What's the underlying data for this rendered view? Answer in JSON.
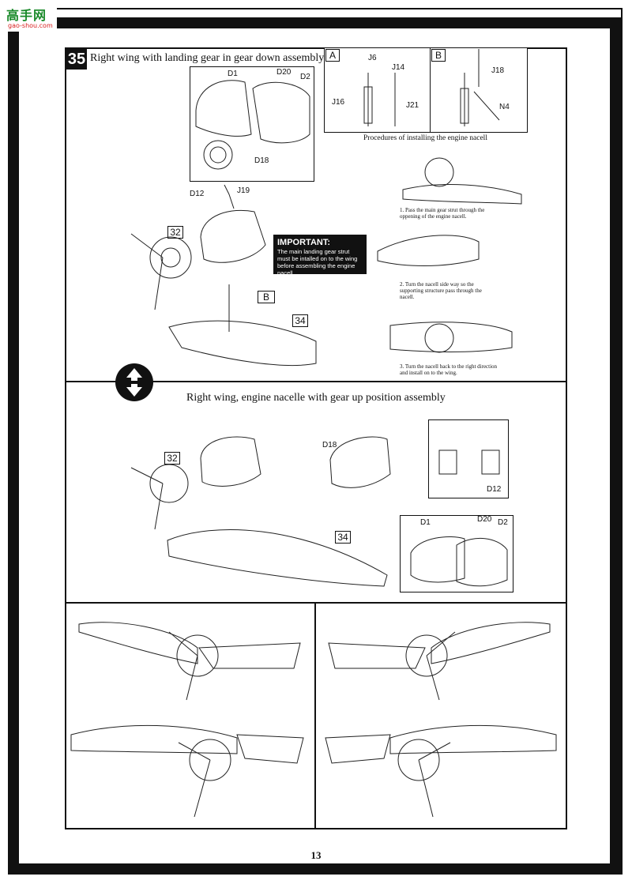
{
  "watermark": {
    "text": "高手网",
    "subtext": "gao-shou.com"
  },
  "step": {
    "number": "35",
    "title": "Right wing with landing gear in gear down assembly"
  },
  "important": {
    "title": "IMPORTANT:",
    "body": "The main landing gear strut must be intalled on to the wing before assembling the engine nacell."
  },
  "inset_a": {
    "label": "A",
    "parts": [
      "J6",
      "J14",
      "J16",
      "J21"
    ]
  },
  "inset_b": {
    "label": "B",
    "parts": [
      "J18",
      "N4"
    ]
  },
  "procedure": {
    "title": "Procedures of installing the engine nacell",
    "steps": [
      "1. Pass the main gear strut through the oppening of the engine nacell.",
      "2. Turn the nacell side way so the supporting structure pass through the nacell.",
      "3. Turn the nacell back to the right direction and install on to the wing."
    ]
  },
  "step_a_callouts": {
    "d1": "D1",
    "d20": "D20",
    "d2": "D2",
    "d18": "D18",
    "d12": "D12",
    "j19": "J19",
    "part32": "32",
    "part34": "34",
    "ref_b": "B"
  },
  "section2": {
    "title": "Right wing, engine nacelle with gear up position assembly",
    "callouts": {
      "part32": "32",
      "part34": "34",
      "d18": "D18",
      "d12": "D12",
      "d1": "D1",
      "d20": "D20",
      "d2": "D2"
    }
  },
  "page_number": "13",
  "icons": [
    "flip-arrows-icon",
    "circled-5-icon"
  ]
}
